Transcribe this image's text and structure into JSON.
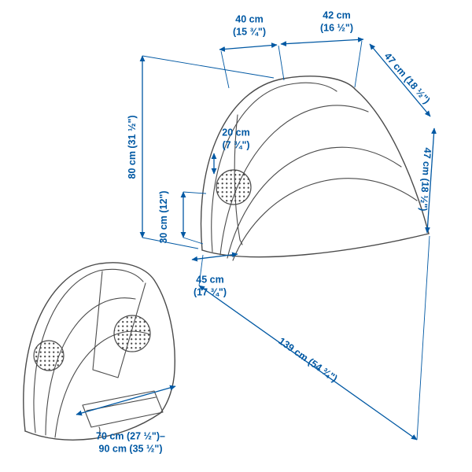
{
  "colors": {
    "dimension_accent": "#0058a3",
    "drawing_line": "#4a4a4a",
    "background": "#ffffff"
  },
  "labels": {
    "d40": {
      "metric": "40 cm",
      "imperial": "(15 ¾\")"
    },
    "d42": {
      "metric": "42 cm",
      "imperial": "(16 ½\")"
    },
    "d47_top": {
      "text": "47 cm (18 ½\")"
    },
    "d47_side": {
      "text": "47 cm (18 ½\")"
    },
    "d80": {
      "text": "80 cm (31 ½\")"
    },
    "d20": {
      "metric": "20 cm",
      "imperial": "(7 ¾\")"
    },
    "d30": {
      "text": "30 cm (12\")"
    },
    "d45": {
      "metric": "45 cm",
      "imperial": "(17 ¾\")"
    },
    "d139": {
      "text": "139 cm (54 ¾\")"
    },
    "d70_90": {
      "line1": "70 cm (27 ½\")–",
      "line2": "90 cm (35 ½\")"
    }
  }
}
